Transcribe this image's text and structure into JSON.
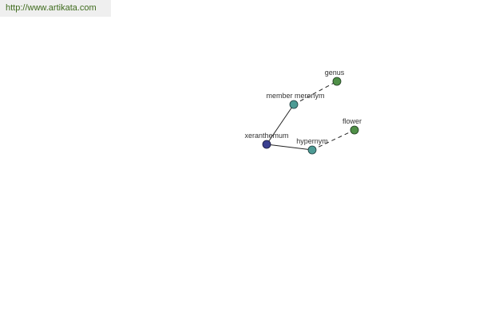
{
  "banner": {
    "url": "http://www.artikata.com"
  },
  "graph": {
    "nodes": {
      "xeranthemum": {
        "label": "xeranthemum",
        "color": "#3a3f8f"
      },
      "member_meronym": {
        "label": "member meronym",
        "color": "#4d9b95"
      },
      "genus": {
        "label": "genus",
        "color": "#4f8f47"
      },
      "hypernym": {
        "label": "hypernym",
        "color": "#4d9b95"
      },
      "flower": {
        "label": "flower",
        "color": "#4f8f47"
      }
    },
    "edges": [
      {
        "from": "xeranthemum",
        "to": "member_meronym",
        "style": "solid"
      },
      {
        "from": "member_meronym",
        "to": "genus",
        "style": "dashed"
      },
      {
        "from": "xeranthemum",
        "to": "hypernym",
        "style": "solid"
      },
      {
        "from": "hypernym",
        "to": "flower",
        "style": "dashed"
      }
    ]
  }
}
